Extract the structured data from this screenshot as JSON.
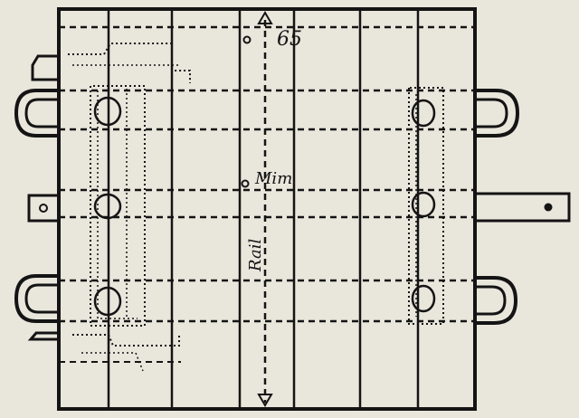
{
  "drawing": {
    "labels": {
      "top": "65",
      "middle": "Mim",
      "vertical": "Rail"
    },
    "colors": {
      "paper": "#e9e6dc",
      "ink": "#141414"
    }
  }
}
